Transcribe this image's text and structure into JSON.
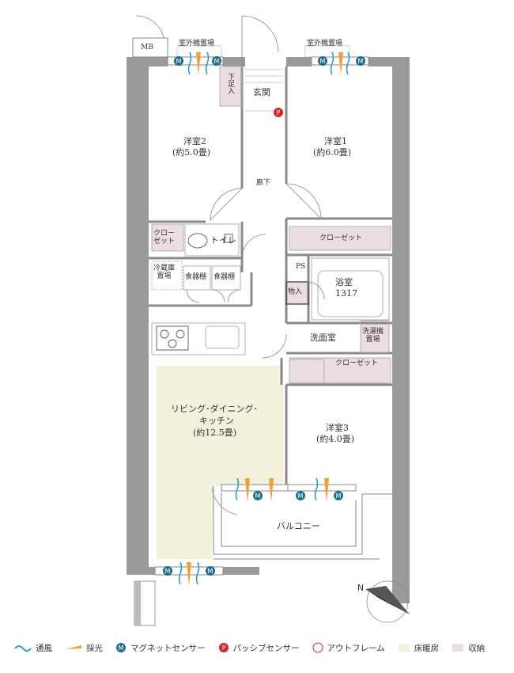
{
  "rooms": {
    "mb": "MB",
    "outdoor_unit_left": "室外機置場",
    "outdoor_unit_right": "室外機置場",
    "shoe_storage": "下足入",
    "entrance": "玄関",
    "western2_name": "洋室2",
    "western2_size": "(約5.0畳)",
    "western1_name": "洋室1",
    "western1_size": "(約6.0畳)",
    "corridor": "廊下",
    "closet_left": "クロー\nゼット",
    "toilet": "トイレ",
    "closet_right1": "クローゼット",
    "ps": "PS",
    "fridge": "冷蔵庫\n置場",
    "cupboard1": "食器棚",
    "cupboard2": "食器棚",
    "storage": "物入",
    "bath_name": "浴室",
    "bath_size": "1317",
    "washroom": "洗面室",
    "washer": "洗濯機\n置場",
    "closet_right2": "クローゼット",
    "ldk_line1": "リビング･ダイニング･",
    "ldk_line2": "キッチン",
    "ldk_size": "(約12.5畳)",
    "western3_name": "洋室3",
    "western3_size": "(約4.0畳)",
    "balcony": "バルコニー"
  },
  "legend": [
    {
      "icon": "ventilation-wave-icon",
      "label": "通風"
    },
    {
      "icon": "daylight-wedge-icon",
      "label": "採光"
    },
    {
      "icon": "magnet-sensor-icon",
      "label": "マグネットセンサー",
      "glyph": "M"
    },
    {
      "icon": "passive-sensor-icon",
      "label": "パッシブセンサー",
      "glyph": "P"
    },
    {
      "icon": "out-frame-icon",
      "label": "アウトフレーム"
    },
    {
      "icon": "floor-heating-swatch-icon",
      "label": "床暖房"
    },
    {
      "icon": "storage-swatch-icon",
      "label": "収納"
    }
  ],
  "compass": {
    "north_label": "N"
  },
  "colors": {
    "wall": "#9a9a9a",
    "wall_dark": "#7d7d7d",
    "floor_heating": "#f3f0dc",
    "storage": "#ebdde3",
    "sensor_m": "#1f6f8b",
    "sensor_p": "#d6222a",
    "ventilation": "#2a9fc9",
    "daylight": "#f0a030"
  }
}
